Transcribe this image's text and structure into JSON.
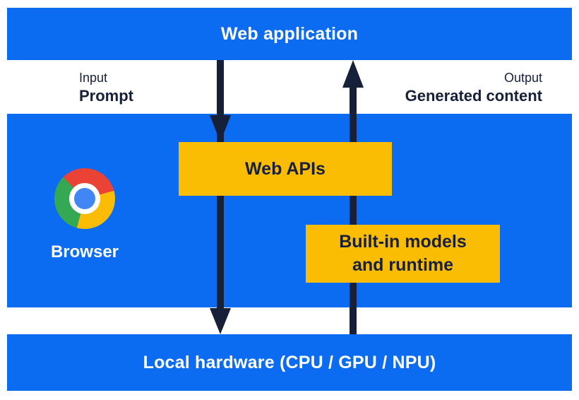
{
  "colors": {
    "background": "#ffffff",
    "primary_blue": "#0b6cf2",
    "accent_yellow": "#fbbc04",
    "ink_navy": "#162039",
    "bar_text_white": "#ffffff",
    "chrome_red": "#ea4335",
    "chrome_yellow": "#fbbc05",
    "chrome_green": "#34a853",
    "chrome_blue": "#4285f4"
  },
  "top_bar": {
    "label": "Web application"
  },
  "flow_labels": {
    "input_caption": "Input",
    "input_value": "Prompt",
    "output_caption": "Output",
    "output_value": "Generated content"
  },
  "browser_panel": {
    "browser_label": "Browser",
    "web_apis_label": "Web APIs",
    "builtin_lines": [
      "Built-in models",
      "and runtime"
    ]
  },
  "bottom_bar": {
    "label": "Local hardware (CPU / GPU / NPU)"
  },
  "icons": {
    "chrome": "chrome-browser-icon",
    "down_arrow": "down-arrow-icon",
    "up_arrow": "up-arrow-icon"
  }
}
